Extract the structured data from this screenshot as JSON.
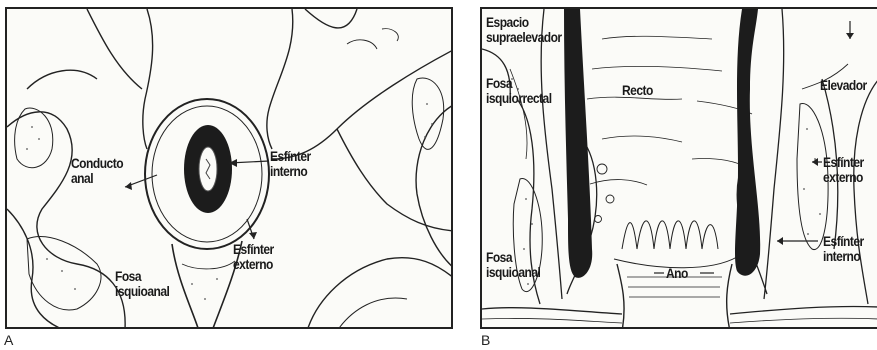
{
  "panel_a": {
    "letter": "A",
    "labels": {
      "conducto_anal": "Conducto\nanal",
      "esfinter_interno": "Esfínter\ninterno",
      "esfinter_externo": "Esfínter\nexterno",
      "fosa_isquioanal": "Fosa\nisquioanal"
    }
  },
  "panel_b": {
    "letter": "B",
    "labels": {
      "espacio_supraelevador": "Espacio\nsupraelevador",
      "fosa_isquiorrectal": "Fosa\nisquiorrectal",
      "recto": "Recto",
      "elevador": "Elevador",
      "esfinter_externo": "Esfínter\nexterno",
      "esfinter_interno": "Esfínter\ninterno",
      "fosa_isquioanal": "Fosa\nisquioanal",
      "ano": "Ano"
    }
  },
  "colors": {
    "ink": "#1a1a1a",
    "paper": "#fbfbf8"
  }
}
